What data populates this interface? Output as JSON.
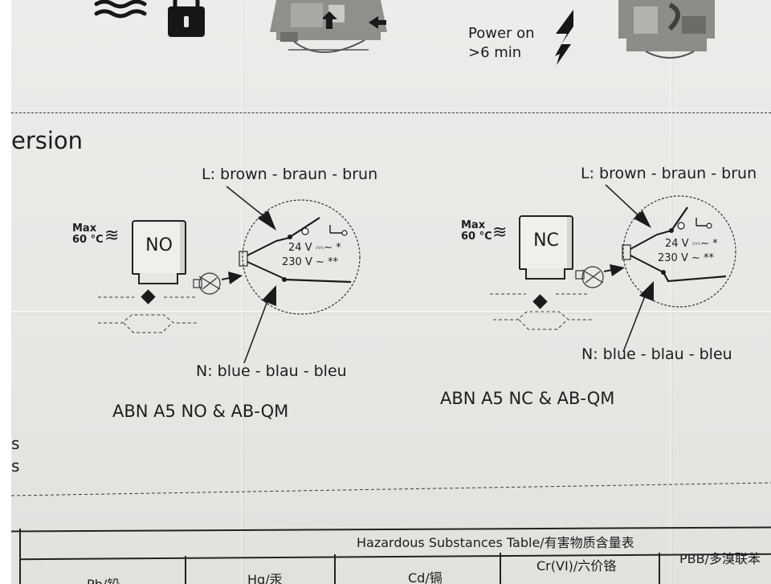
{
  "top": {
    "power_line1": "Power on",
    "power_line2": ">6 min"
  },
  "section": {
    "title": "ersion"
  },
  "diagram_no": {
    "max_line1": "Max",
    "max_line2": "60 °C",
    "water_symbol": "≋",
    "letter": "NO",
    "label_l": "L: brown - braun - brun",
    "label_n": "N: blue - blau - bleu",
    "volt_24": "24 V",
    "volt_24_symbol": "⎓∼ *",
    "volt_230": "230 V",
    "volt_230_symbol": "∼ **",
    "caption": "ABN A5 NO & AB-QM"
  },
  "diagram_nc": {
    "max_line1": "Max",
    "max_line2": "60 °C",
    "water_symbol": "≋",
    "letter": "NC",
    "label_l": "L: brown - braun - brun",
    "label_n": "N: blue - blau - bleu",
    "volt_24": "24 V",
    "volt_24_symbol": "⎓∼ *",
    "volt_230": "230 V",
    "volt_230_symbol": "∼ **",
    "caption": "ABN A5 NC & AB-QM"
  },
  "margin_fragments": [
    "s",
    "s"
  ],
  "hazard_table": {
    "title": "Hazardous Substances Table/有害物质含量表",
    "columns": [
      "Pb/铅",
      "Hg/汞",
      "Cd/镉",
      "Cr(VI)/六价铬",
      "PBB/多溴联苯"
    ]
  },
  "colors": {
    "paper": "#e7e7e4",
    "ink": "#1d1d1d"
  },
  "icons": [
    "water-waves-icon",
    "padlock-icon",
    "lightning-bolt-icon",
    "valve-illustration-icon"
  ]
}
